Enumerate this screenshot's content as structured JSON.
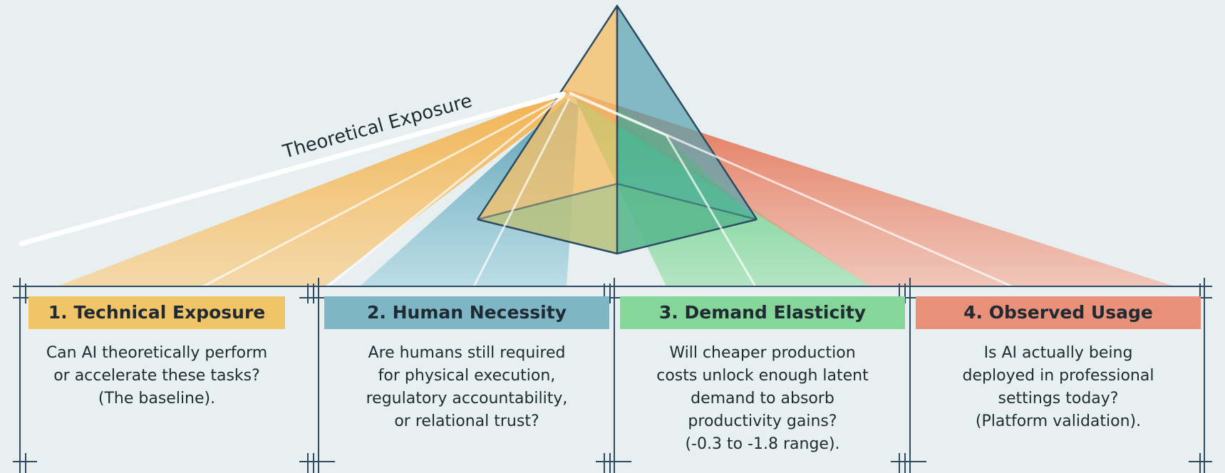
{
  "diagram": {
    "beam_label": "Theoretical Exposure",
    "colors": {
      "background": "#e8eff1",
      "line": "#2d4a63",
      "technical": "#f0b95a",
      "human": "#6fb0c0",
      "demand": "#6fd08a",
      "observed": "#e88a72"
    },
    "columns": [
      {
        "title": "1. Technical Exposure",
        "description": "Can AI theoretically perform\nor accelerate these tasks?\n(The baseline).",
        "color": "#f2c468"
      },
      {
        "title": "2. Human Necessity",
        "description": "Are humans still required\nfor physical execution,\nregulatory accountability,\nor relational trust?",
        "color": "#7fb6c6"
      },
      {
        "title": "3. Demand Elasticity",
        "description": "Will cheaper production\ncosts unlock enough latent\ndemand to absorb\nproductivity gains?\n(-0.3 to -1.8 range).",
        "color": "#86d69a"
      },
      {
        "title": "4. Observed Usage",
        "description": "Is AI actually being\ndeployed in professional\nsettings today?\n(Platform validation).",
        "color": "#e8907a"
      }
    ]
  }
}
